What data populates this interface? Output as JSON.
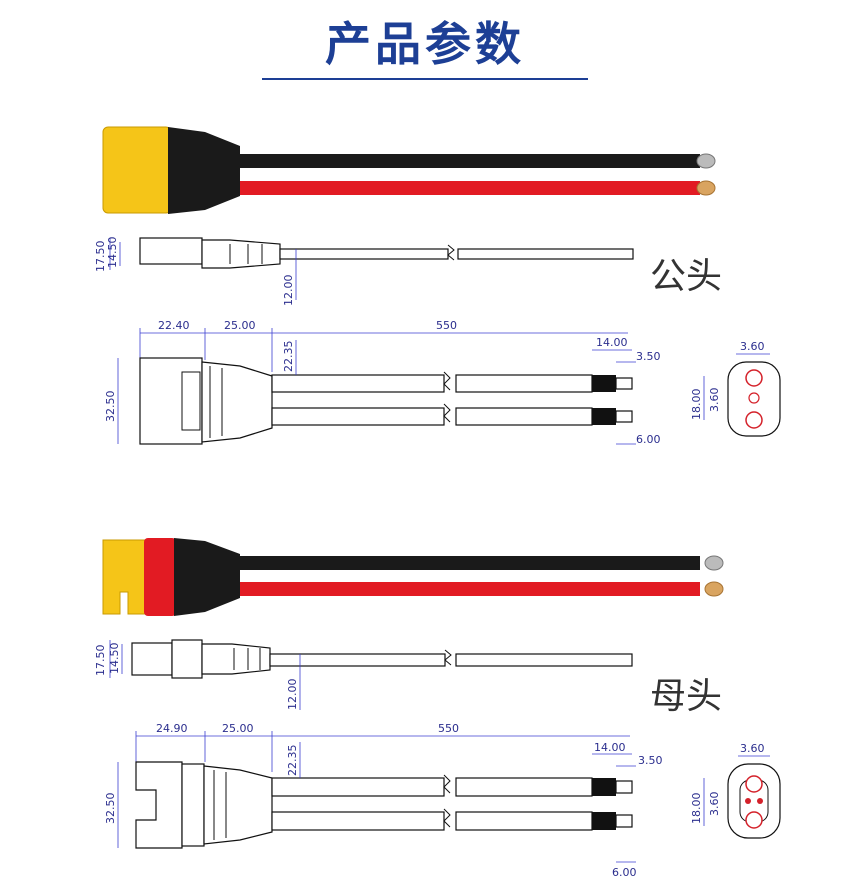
{
  "title": "产品参数",
  "colors": {
    "title": "#1d3f95",
    "dimension": "#2b2e8e",
    "connector": "#f5c518",
    "wire_red": "#e21b23",
    "wire_black": "#1a1a1a"
  },
  "male": {
    "label": "公头",
    "side_view": {
      "h_outer": "17.50",
      "h_inner": "14.50",
      "h_wire": "12.00"
    },
    "top_view": {
      "len_connector": "22.40",
      "len_boot": "25.00",
      "len_wire": "550",
      "width": "32.50",
      "boot_height": "22.35",
      "strip": "14.00",
      "tin": "3.50",
      "wire_dia": "6.00"
    },
    "end_view": {
      "pin_spacing": "3.60",
      "height": "18.00",
      "inner": "3.60"
    }
  },
  "female": {
    "label": "母头",
    "side_view": {
      "h_outer": "17.50",
      "h_inner": "14.50",
      "h_wire": "12.00"
    },
    "top_view": {
      "len_connector": "24.90",
      "len_boot": "25.00",
      "len_wire": "550",
      "width": "32.50",
      "boot_height": "22.35",
      "strip": "14.00",
      "tin": "3.50",
      "wire_dia": "6.00"
    },
    "end_view": {
      "pin_spacing": "3.60",
      "height": "18.00",
      "inner": "3.60"
    }
  }
}
